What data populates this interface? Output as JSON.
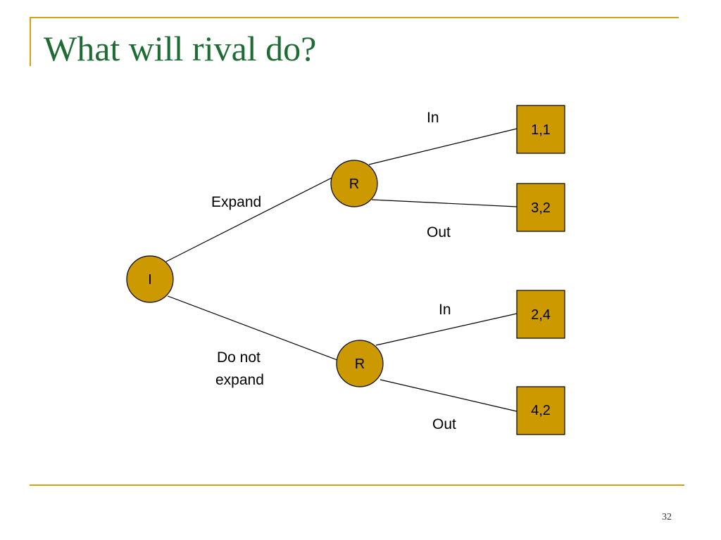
{
  "slide": {
    "title": "What will rival do?",
    "page_number": "32"
  },
  "colors": {
    "title": "#1f6b34",
    "frame_line": "#d4a017",
    "node_fill": "#cc9900"
  },
  "tree": {
    "root": {
      "label": "I"
    },
    "moves": {
      "expand": "Expand",
      "not_expand_line1": "Do not",
      "not_expand_line2": "expand"
    },
    "upper": {
      "node_label": "R",
      "in_label": "In",
      "out_label": "Out",
      "in_payoff": "1,1",
      "out_payoff": "3,2"
    },
    "lower": {
      "node_label": "R",
      "in_label": "In",
      "out_label": "Out",
      "in_payoff": "2,4",
      "out_payoff": "4,2"
    }
  }
}
